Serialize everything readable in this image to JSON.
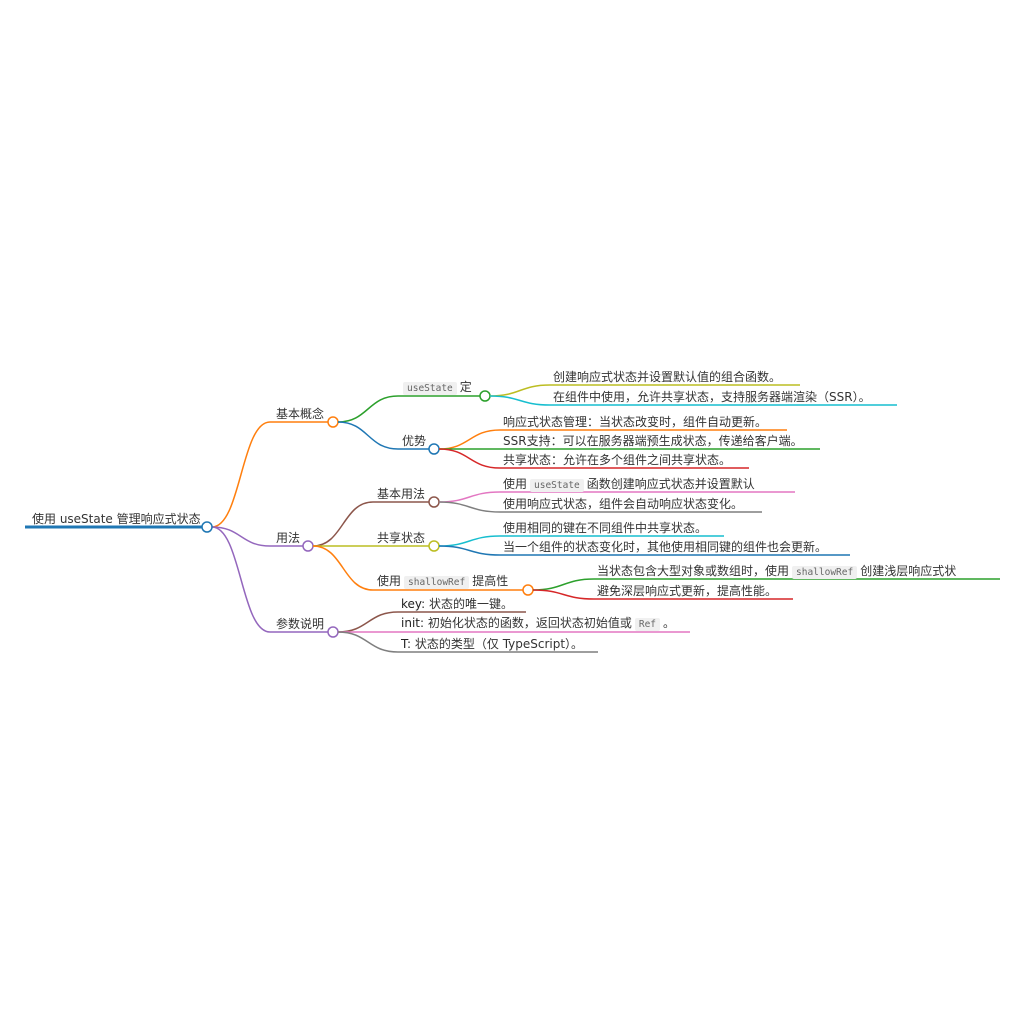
{
  "root": {
    "label": "使用 useState 管理响应式状态"
  },
  "basic_concepts": {
    "label": "基本概念",
    "definition": {
      "code": "useState",
      "suffix": "定",
      "items": [
        "创建响应式状态并设置默认值的组合函数。",
        "在组件中使用，允许共享状态，支持服务器端渲染（SSR）。"
      ]
    },
    "advantages": {
      "label": "优势",
      "items": [
        "响应式状态管理：当状态改变时，组件自动更新。",
        "SSR支持：可以在服务器端预生成状态，传递给客户端。",
        "共享状态：允许在多个组件之间共享状态。"
      ]
    }
  },
  "usage": {
    "label": "用法",
    "basic": {
      "label": "基本用法",
      "item1": {
        "prefix": "使用",
        "code": "useState",
        "suffix": "函数创建响应式状态并设置默认"
      },
      "item2": "使用响应式状态，组件会自动响应状态变化。"
    },
    "shared": {
      "label": "共享状态",
      "items": [
        "使用相同的键在不同组件中共享状态。",
        "当一个组件的状态变化时，其他使用相同键的组件也会更新。"
      ]
    },
    "shallow": {
      "prefix": "使用",
      "code": "shallowRef",
      "suffix": "提高性",
      "item1": {
        "prefix": "当状态包含大型对象或数组时，使用",
        "code": "shallowRef",
        "suffix": "创建浅层响应式状"
      },
      "item2": "避免深层响应式更新，提高性能。"
    }
  },
  "params": {
    "label": "参数说明",
    "key": {
      "name": "key",
      "desc": ": 状态的唯一键。"
    },
    "init": {
      "name": "init",
      "desc": ": 初始化状态的函数，返回状态初始值或",
      "code": "Ref",
      "end": "。"
    },
    "type": {
      "name": "T",
      "desc": ": 状态的类型（仅 TypeScript）。"
    }
  }
}
